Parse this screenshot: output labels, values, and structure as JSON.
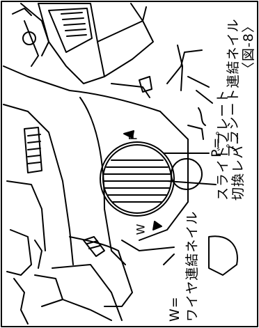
{
  "figure_label": "〈図-8〉",
  "labels": {
    "p_label_line1": "P=",
    "p_label_line2": "プラシート連結ネイル",
    "slide_line1": "スライドプレート",
    "slide_line2": "切換レバー",
    "w_label_line1": "W=",
    "w_label_line2": "ワイヤ連結ネイル"
  },
  "marks": {
    "p_mark": "P",
    "w_mark": "W"
  }
}
